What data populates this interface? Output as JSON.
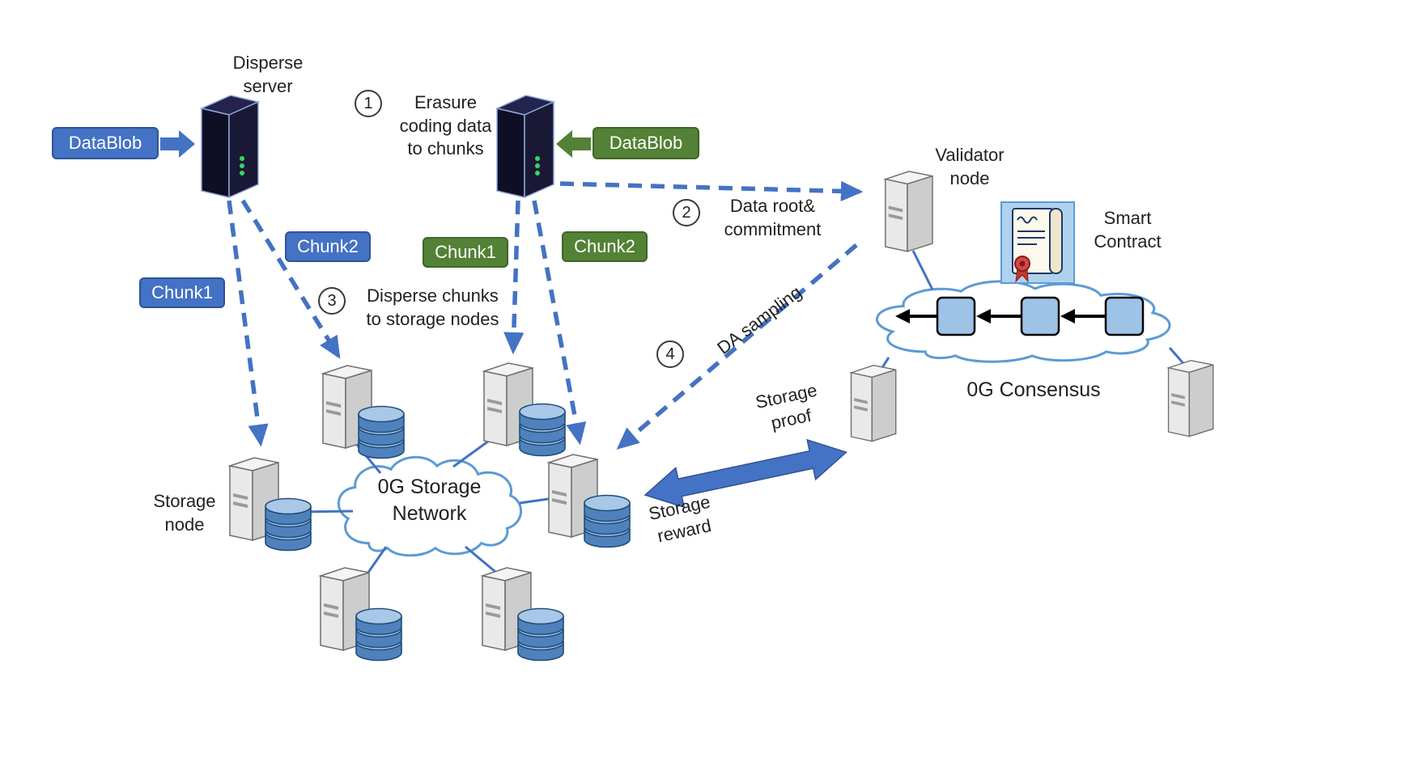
{
  "palette": {
    "blue": "#4472C4",
    "green": "#538135",
    "cloud_stroke": "#5B9BD5",
    "block_fill": "#9DC3E6"
  },
  "servers": {
    "disperse_label": "Disperse\nserver",
    "validator_label": "Validator\nnode",
    "storage_node_label": "Storage\nnode"
  },
  "badges": {
    "datablob_left": "DataBlob",
    "datablob_right": "DataBlob",
    "chunk1_blue": "Chunk1",
    "chunk2_blue": "Chunk2",
    "chunk1_green": "Chunk1",
    "chunk2_green": "Chunk2"
  },
  "steps": [
    {
      "num": "1",
      "text": "Erasure\ncoding data\nto chunks"
    },
    {
      "num": "2",
      "text": "Data root&\ncommitment"
    },
    {
      "num": "3",
      "text": "Disperse chunks\nto storage nodes"
    },
    {
      "num": "4",
      "text": "DA sampling"
    }
  ],
  "clouds": {
    "storage_network": "0G Storage\nNetwork",
    "consensus": "0G Consensus"
  },
  "contract": {
    "label": "Smart\nContract"
  },
  "exchange": {
    "proof": "Storage\nproof",
    "reward": "Storage\nreward"
  }
}
